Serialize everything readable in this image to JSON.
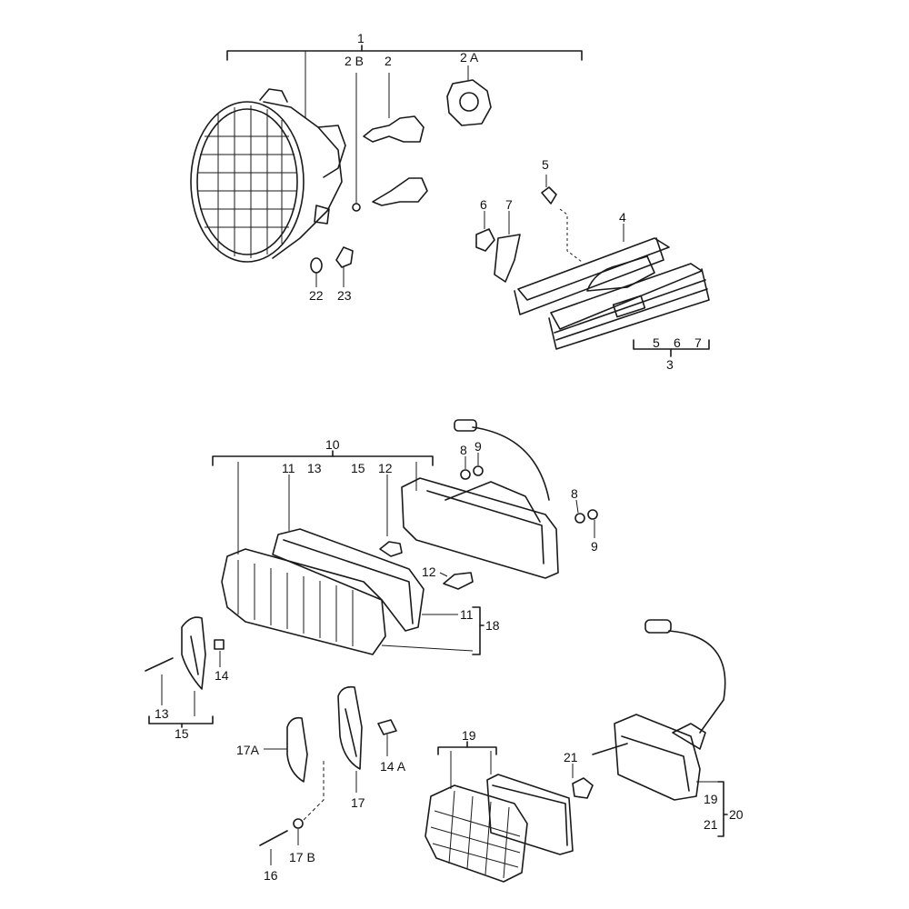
{
  "labels": {
    "p1": "1",
    "p2b": "2 B",
    "p2": "2",
    "p2a": "2 A",
    "p5a": "5",
    "p4": "4",
    "p6": "6",
    "p7": "7",
    "p22": "22",
    "p23": "23",
    "p5b": "5",
    "p6b": "6",
    "p7b": "7",
    "p3": "3",
    "p10": "10",
    "p11a": "11",
    "p13a": "13",
    "p15a": "15",
    "p12a": "12",
    "p8a": "8",
    "p9a": "9",
    "p8b": "8",
    "p9b": "9",
    "p12b": "12",
    "p11b": "11",
    "p18": "18",
    "p14": "14",
    "p13b": "13",
    "p15b": "15",
    "p17a": "17A",
    "p14a": "14 A",
    "p17": "17",
    "p17b": "17 B",
    "p16": "16",
    "p19a": "19",
    "p21a": "21",
    "p19b": "19",
    "p21b": "21",
    "p20": "20"
  }
}
